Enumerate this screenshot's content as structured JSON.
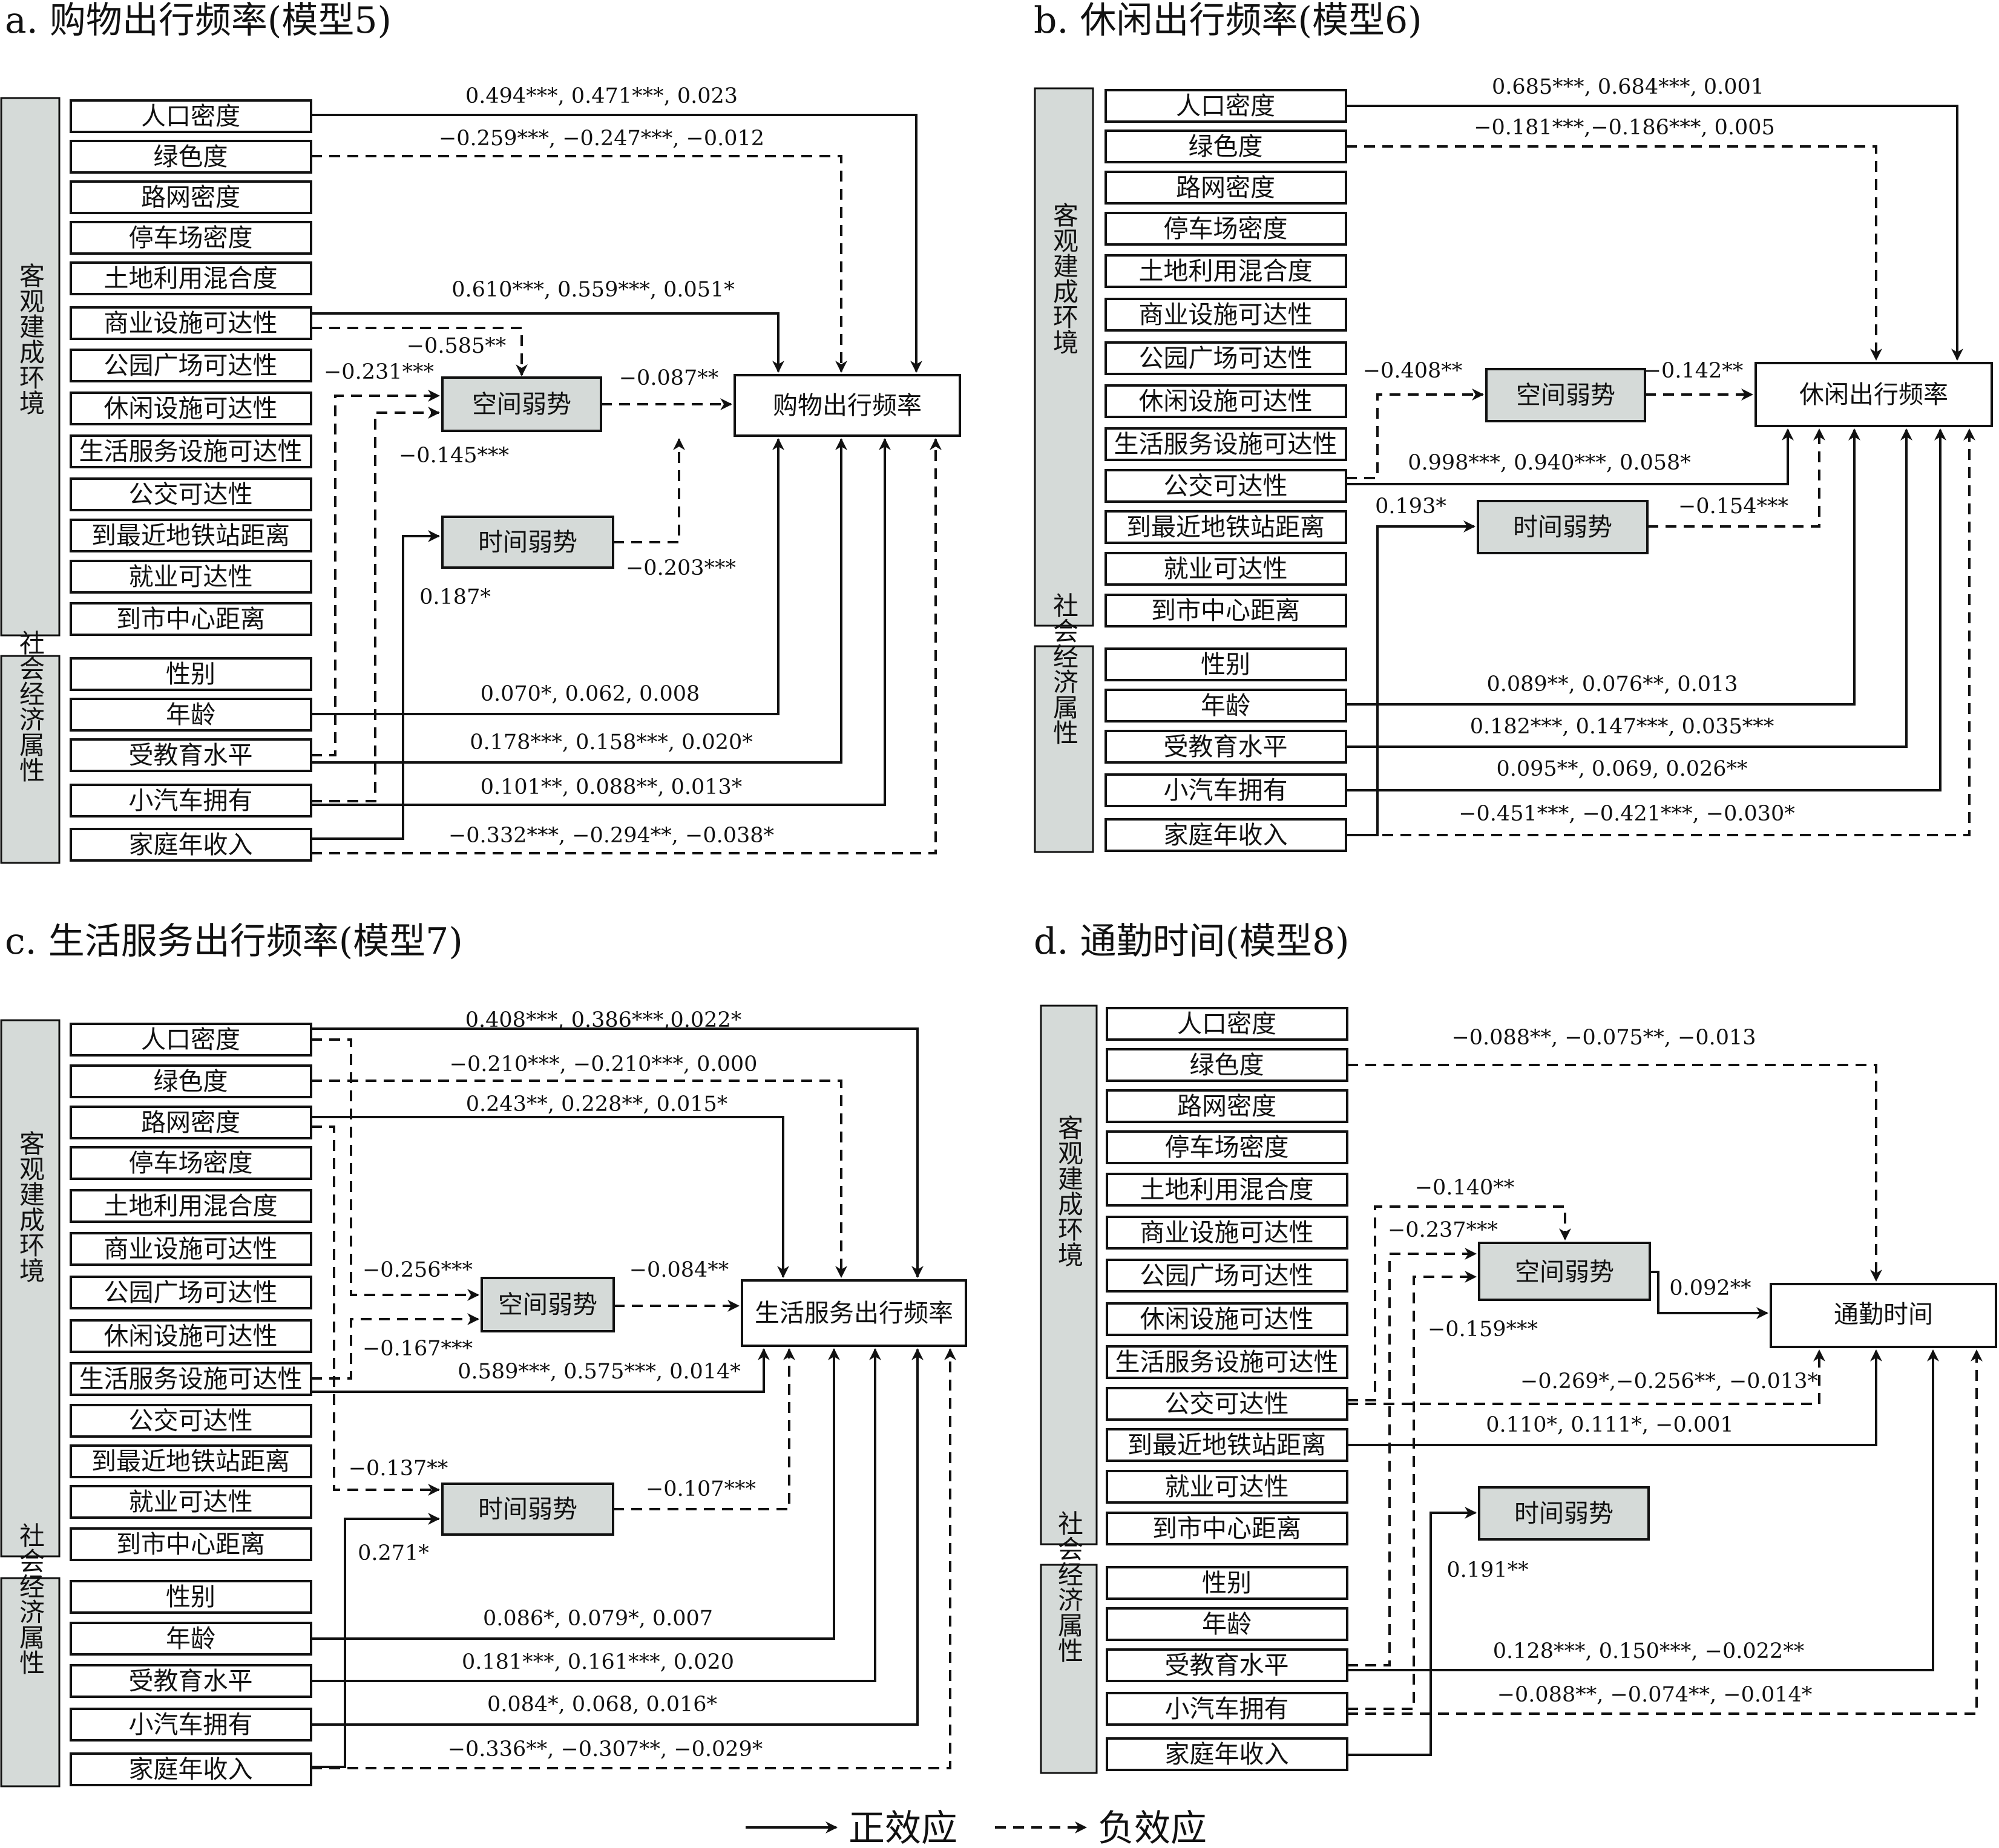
{
  "legend": {
    "positive": "正效应",
    "negative": "负效应"
  },
  "panels": [
    {
      "id": "a",
      "title": "a. 购物出行频率(模型5)",
      "built_env_label": "客观建成环境",
      "socio_label": "社会经济属性",
      "target": "购物出行频率",
      "built_env": [
        "人口密度",
        "绿色度",
        "路网密度",
        "停车场密度",
        "土地利用混合度",
        "商业设施可达性",
        "公园广场可达性",
        "休闲设施可达性",
        "生活服务设施可达性",
        "公交可达性",
        "到最近地铁站距离",
        "就业可达性",
        "到市中心距离"
      ],
      "socio": [
        "性别",
        "年龄",
        "受教育水平",
        "小汽车拥有",
        "家庭年收入"
      ],
      "spatial": "空间弱势",
      "temporal": "时间弱势",
      "effects": [
        {
          "from": "人口密度",
          "to": "target",
          "sign": "positive",
          "label": "0.494***, 0.471***, 0.023"
        },
        {
          "from": "绿色度",
          "to": "target",
          "sign": "negative",
          "label": "−0.259***, −0.247***, −0.012"
        },
        {
          "from": "商业设施可达性",
          "to": "target",
          "sign": "positive",
          "label": "0.610***, 0.559***, 0.051*"
        },
        {
          "from": "商业设施可达性",
          "to": "空间弱势",
          "sign": "negative",
          "label": "−0.585**"
        },
        {
          "from": "受教育水平",
          "to": "空间弱势",
          "sign": "negative",
          "label": "−0.231***"
        },
        {
          "from": "小汽车拥有",
          "to": "空间弱势",
          "sign": "negative",
          "label": "−0.145***"
        },
        {
          "from": "空间弱势",
          "to": "target",
          "sign": "negative",
          "label": "−0.087**"
        },
        {
          "from": "时间弱势",
          "to": "target",
          "sign": "negative",
          "label": "−0.203***"
        },
        {
          "from": "家庭年收入",
          "to": "时间弱势",
          "sign": "positive",
          "label": "0.187*"
        },
        {
          "from": "年龄",
          "to": "target",
          "sign": "positive",
          "label": "0.070*, 0.062, 0.008"
        },
        {
          "from": "受教育水平",
          "to": "target",
          "sign": "positive",
          "label": "0.178***, 0.158***, 0.020*"
        },
        {
          "from": "小汽车拥有",
          "to": "target",
          "sign": "positive",
          "label": "0.101**, 0.088**, 0.013*"
        },
        {
          "from": "家庭年收入",
          "to": "target",
          "sign": "negative",
          "label": "−0.332***, −0.294**, −0.038*"
        }
      ]
    },
    {
      "id": "b",
      "title": "b. 休闲出行频率(模型6)",
      "built_env_label": "客观建成环境",
      "socio_label": "社会经济属性",
      "target": "休闲出行频率",
      "built_env": [
        "人口密度",
        "绿色度",
        "路网密度",
        "停车场密度",
        "土地利用混合度",
        "商业设施可达性",
        "公园广场可达性",
        "休闲设施可达性",
        "生活服务设施可达性",
        "公交可达性",
        "到最近地铁站距离",
        "就业可达性",
        "到市中心距离"
      ],
      "socio": [
        "性别",
        "年龄",
        "受教育水平",
        "小汽车拥有",
        "家庭年收入"
      ],
      "spatial": "空间弱势",
      "temporal": "时间弱势",
      "effects": [
        {
          "from": "人口密度",
          "to": "target",
          "sign": "positive",
          "label": "0.685***, 0.684***, 0.001"
        },
        {
          "from": "绿色度",
          "to": "target",
          "sign": "negative",
          "label": "−0.181***,−0.186***, 0.005"
        },
        {
          "from": "公交可达性",
          "to": "空间弱势",
          "sign": "negative",
          "label": "−0.408**"
        },
        {
          "from": "空间弱势",
          "to": "target",
          "sign": "negative",
          "label": "−0.142**"
        },
        {
          "from": "公交可达性",
          "to": "target",
          "sign": "positive",
          "label": "0.998***, 0.940***, 0.058*"
        },
        {
          "from": "家庭年收入",
          "to": "时间弱势",
          "sign": "positive",
          "label": "0.193*"
        },
        {
          "from": "时间弱势",
          "to": "target",
          "sign": "negative",
          "label": "−0.154***"
        },
        {
          "from": "年龄",
          "to": "target",
          "sign": "positive",
          "label": "0.089**, 0.076**, 0.013"
        },
        {
          "from": "受教育水平",
          "to": "target",
          "sign": "positive",
          "label": "0.182***, 0.147***, 0.035***"
        },
        {
          "from": "小汽车拥有",
          "to": "target",
          "sign": "positive",
          "label": "0.095**, 0.069, 0.026**"
        },
        {
          "from": "家庭年收入",
          "to": "target",
          "sign": "negative",
          "label": "−0.451***, −0.421***, −0.030*"
        }
      ]
    },
    {
      "id": "c",
      "title": "c. 生活服务出行频率(模型7)",
      "built_env_label": "客观建成环境",
      "socio_label": "社会经济属性",
      "target": "生活服务出行频率",
      "built_env": [
        "人口密度",
        "绿色度",
        "路网密度",
        "停车场密度",
        "土地利用混合度",
        "商业设施可达性",
        "公园广场可达性",
        "休闲设施可达性",
        "生活服务设施可达性",
        "公交可达性",
        "到最近地铁站距离",
        "就业可达性",
        "到市中心距离"
      ],
      "socio": [
        "性别",
        "年龄",
        "受教育水平",
        "小汽车拥有",
        "家庭年收入"
      ],
      "spatial": "空间弱势",
      "temporal": "时间弱势",
      "effects": [
        {
          "from": "人口密度",
          "to": "target",
          "sign": "positive",
          "label": "0.408***, 0.386***,0.022*"
        },
        {
          "from": "绿色度",
          "to": "target",
          "sign": "negative",
          "label": "−0.210***, −0.210***, 0.000"
        },
        {
          "from": "路网密度",
          "to": "target",
          "sign": "positive",
          "label": "0.243**, 0.228**, 0.015*"
        },
        {
          "from": "人口密度",
          "to": "空间弱势",
          "sign": "negative",
          "label": "−0.256***"
        },
        {
          "from": "生活服务设施可达性",
          "to": "空间弱势",
          "sign": "negative",
          "label": "−0.167***"
        },
        {
          "from": "空间弱势",
          "to": "target",
          "sign": "negative",
          "label": "−0.084**"
        },
        {
          "from": "生活服务设施可达性",
          "to": "target",
          "sign": "positive",
          "label": "0.589***, 0.575***, 0.014*"
        },
        {
          "from": "路网密度",
          "to": "时间弱势",
          "sign": "negative",
          "label": "−0.137**"
        },
        {
          "from": "时间弱势",
          "to": "target",
          "sign": "negative",
          "label": "−0.107***"
        },
        {
          "from": "家庭年收入",
          "to": "时间弱势",
          "sign": "positive",
          "label": "0.271*"
        },
        {
          "from": "年龄",
          "to": "target",
          "sign": "positive",
          "label": "0.086*, 0.079*, 0.007"
        },
        {
          "from": "受教育水平",
          "to": "target",
          "sign": "positive",
          "label": "0.181***, 0.161***, 0.020"
        },
        {
          "from": "小汽车拥有",
          "to": "target",
          "sign": "positive",
          "label": "0.084*, 0.068, 0.016*"
        },
        {
          "from": "家庭年收入",
          "to": "target",
          "sign": "negative",
          "label": "−0.336**, −0.307**, −0.029*"
        }
      ]
    },
    {
      "id": "d",
      "title": "d. 通勤时间(模型8)",
      "built_env_label": "客观建成环境",
      "socio_label": "社会经济属性",
      "target": "通勤时间",
      "built_env": [
        "人口密度",
        "绿色度",
        "路网密度",
        "停车场密度",
        "土地利用混合度",
        "商业设施可达性",
        "公园广场可达性",
        "休闲设施可达性",
        "生活服务设施可达性",
        "公交可达性",
        "到最近地铁站距离",
        "就业可达性",
        "到市中心距离"
      ],
      "socio": [
        "性别",
        "年龄",
        "受教育水平",
        "小汽车拥有",
        "家庭年收入"
      ],
      "spatial": "空间弱势",
      "temporal": "时间弱势",
      "effects": [
        {
          "from": "绿色度",
          "to": "target",
          "sign": "negative",
          "label": "−0.088**, −0.075**, −0.013"
        },
        {
          "from": "公交可达性",
          "to": "空间弱势",
          "sign": "negative",
          "label": "−0.140**"
        },
        {
          "from": "受教育水平",
          "to": "空间弱势",
          "sign": "negative",
          "label": "−0.237***"
        },
        {
          "from": "小汽车拥有",
          "to": "空间弱势",
          "sign": "negative",
          "label": "−0.159***"
        },
        {
          "from": "空间弱势",
          "to": "target",
          "sign": "positive",
          "label": "0.092**"
        },
        {
          "from": "公交可达性",
          "to": "target",
          "sign": "negative",
          "label": "−0.269*,−0.256**, −0.013*"
        },
        {
          "from": "到最近地铁站距离",
          "to": "target",
          "sign": "positive",
          "label": "0.110*, 0.111*, −0.001"
        },
        {
          "from": "家庭年收入",
          "to": "时间弱势",
          "sign": "positive",
          "label": "0.191**"
        },
        {
          "from": "受教育水平",
          "to": "target",
          "sign": "positive",
          "label": "0.128***, 0.150***, −0.022**"
        },
        {
          "from": "小汽车拥有",
          "to": "target",
          "sign": "negative",
          "label": "−0.088**, −0.074**, −0.014*"
        }
      ]
    }
  ]
}
